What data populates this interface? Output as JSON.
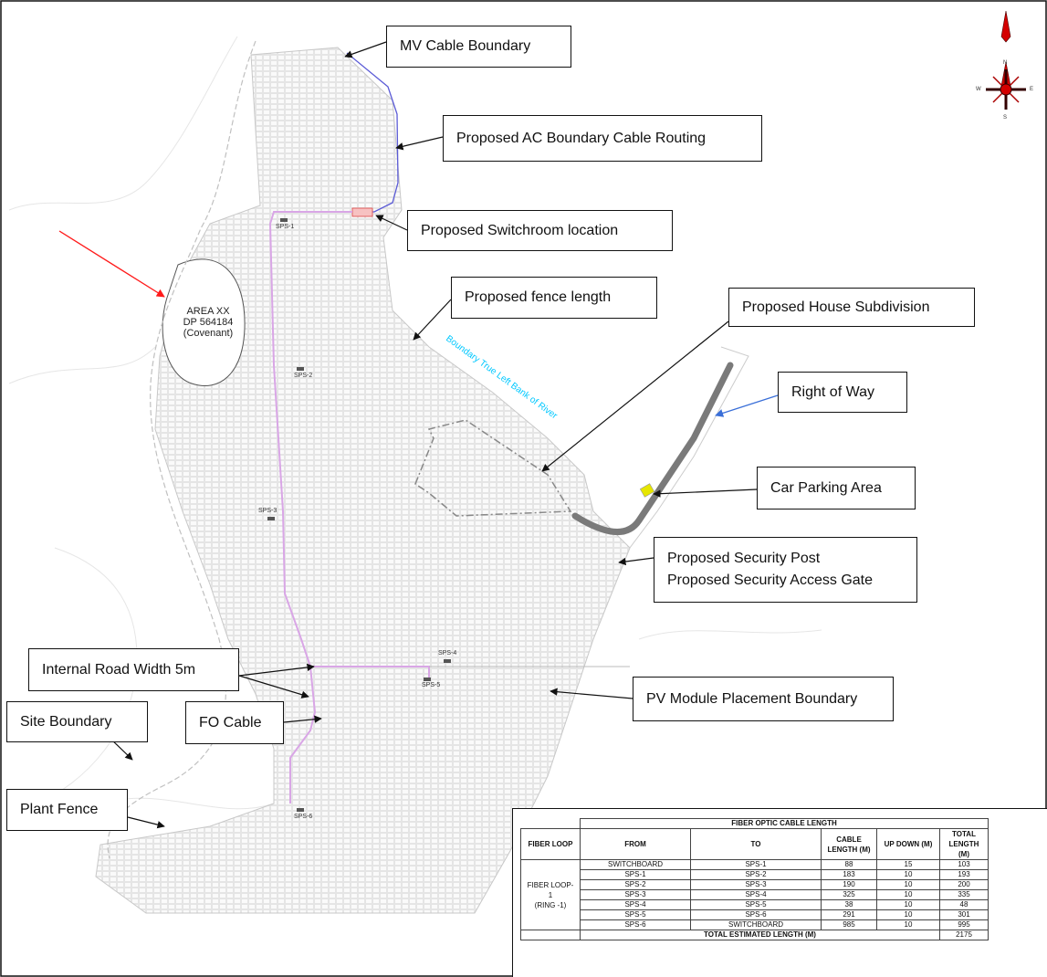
{
  "callouts": {
    "mv_cable_boundary": "MV Cable Boundary",
    "ac_boundary_cable": "Proposed AC Boundary Cable Routing",
    "switchroom": "Proposed Switchroom location",
    "fence_length": "Proposed fence length",
    "house_subdivision": "Proposed House Subdivision",
    "right_of_way": "Right of Way",
    "car_parking": "Car Parking Area",
    "security_post": "Proposed Security Post",
    "security_gate": "Proposed Security Access Gate",
    "internal_road": "Internal Road Width 5m",
    "pv_boundary": "PV Module Placement Boundary",
    "site_boundary": "Site Boundary",
    "fo_cable": "FO Cable",
    "plant_fence": "Plant Fence"
  },
  "map": {
    "area_label_line1": "AREA XX",
    "area_label_line2": "DP 564184",
    "area_label_line3": "(Covenant)",
    "river_label": "Boundary True Left Bank of River",
    "compass": {
      "n": "N",
      "s": "S",
      "e": "E",
      "w": "W"
    },
    "sps_labels": [
      "SPS-1",
      "SPS-2",
      "SPS-3",
      "SPS-4",
      "SPS-5",
      "SPS-6"
    ],
    "colors": {
      "fo_cable": "#d9a6e6",
      "mv_cable": "#5b5bd6",
      "river": "#00c8ff",
      "red_arrow": "#ff1a1a",
      "blue_arrow": "#3a6fd8",
      "road": "#7a7a7a",
      "parking": "#e6e600"
    }
  },
  "fo_table": {
    "title": "FIBER OPTIC CABLE LENGTH",
    "headers": [
      "FIBER LOOP",
      "FROM",
      "TO",
      "CABLE LENGTH (M)",
      "UP DOWN (M)",
      "TOTAL LENGTH (M)"
    ],
    "loop_label_line1": "FIBER LOOP-",
    "loop_label_line2": "1",
    "loop_label_line3": "(RING -1)",
    "rows": [
      [
        "SWITCHBOARD",
        "SPS-1",
        "88",
        "15",
        "103"
      ],
      [
        "SPS-1",
        "SPS-2",
        "183",
        "10",
        "193"
      ],
      [
        "SPS-2",
        "SPS-3",
        "190",
        "10",
        "200"
      ],
      [
        "SPS-3",
        "SPS-4",
        "325",
        "10",
        "335"
      ],
      [
        "SPS-4",
        "SPS-5",
        "38",
        "10",
        "48"
      ],
      [
        "SPS-5",
        "SPS-6",
        "291",
        "10",
        "301"
      ],
      [
        "SPS-6",
        "SWITCHBOARD",
        "985",
        "10",
        "995"
      ]
    ],
    "total_label": "TOTAL ESTIMATED LENGTH (M)",
    "total_value": "2175"
  }
}
